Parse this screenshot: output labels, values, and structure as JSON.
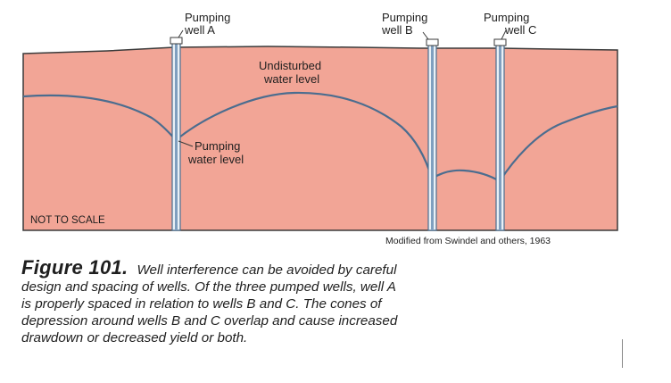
{
  "diagram": {
    "wells": [
      {
        "line1": "Pumping",
        "line2": "well A"
      },
      {
        "line1": "Pumping",
        "line2": "well B"
      },
      {
        "line1": "Pumping",
        "line2": "well C"
      }
    ],
    "undisturbed_label": [
      "Undisturbed",
      "water level"
    ],
    "pumping_label": [
      "Pumping",
      "water level"
    ],
    "not_to_scale": "NOT TO SCALE",
    "source": "Modified from Swindel and others, 1963",
    "colors": {
      "aquifer": "#f2a596",
      "outline": "#3a3a3a",
      "well": "#7f9fbf",
      "water_line": "#4b6d8f"
    }
  },
  "caption": {
    "lead": "Figure 101.",
    "lines": [
      "Well interference can be avoided by careful",
      "design and spacing of wells. Of the three pumped wells, well A",
      "is properly spaced in relation to wells B and C. The cones of",
      "depression around wells B and C overlap and cause increased",
      "drawdown or decreased yield or both."
    ]
  }
}
